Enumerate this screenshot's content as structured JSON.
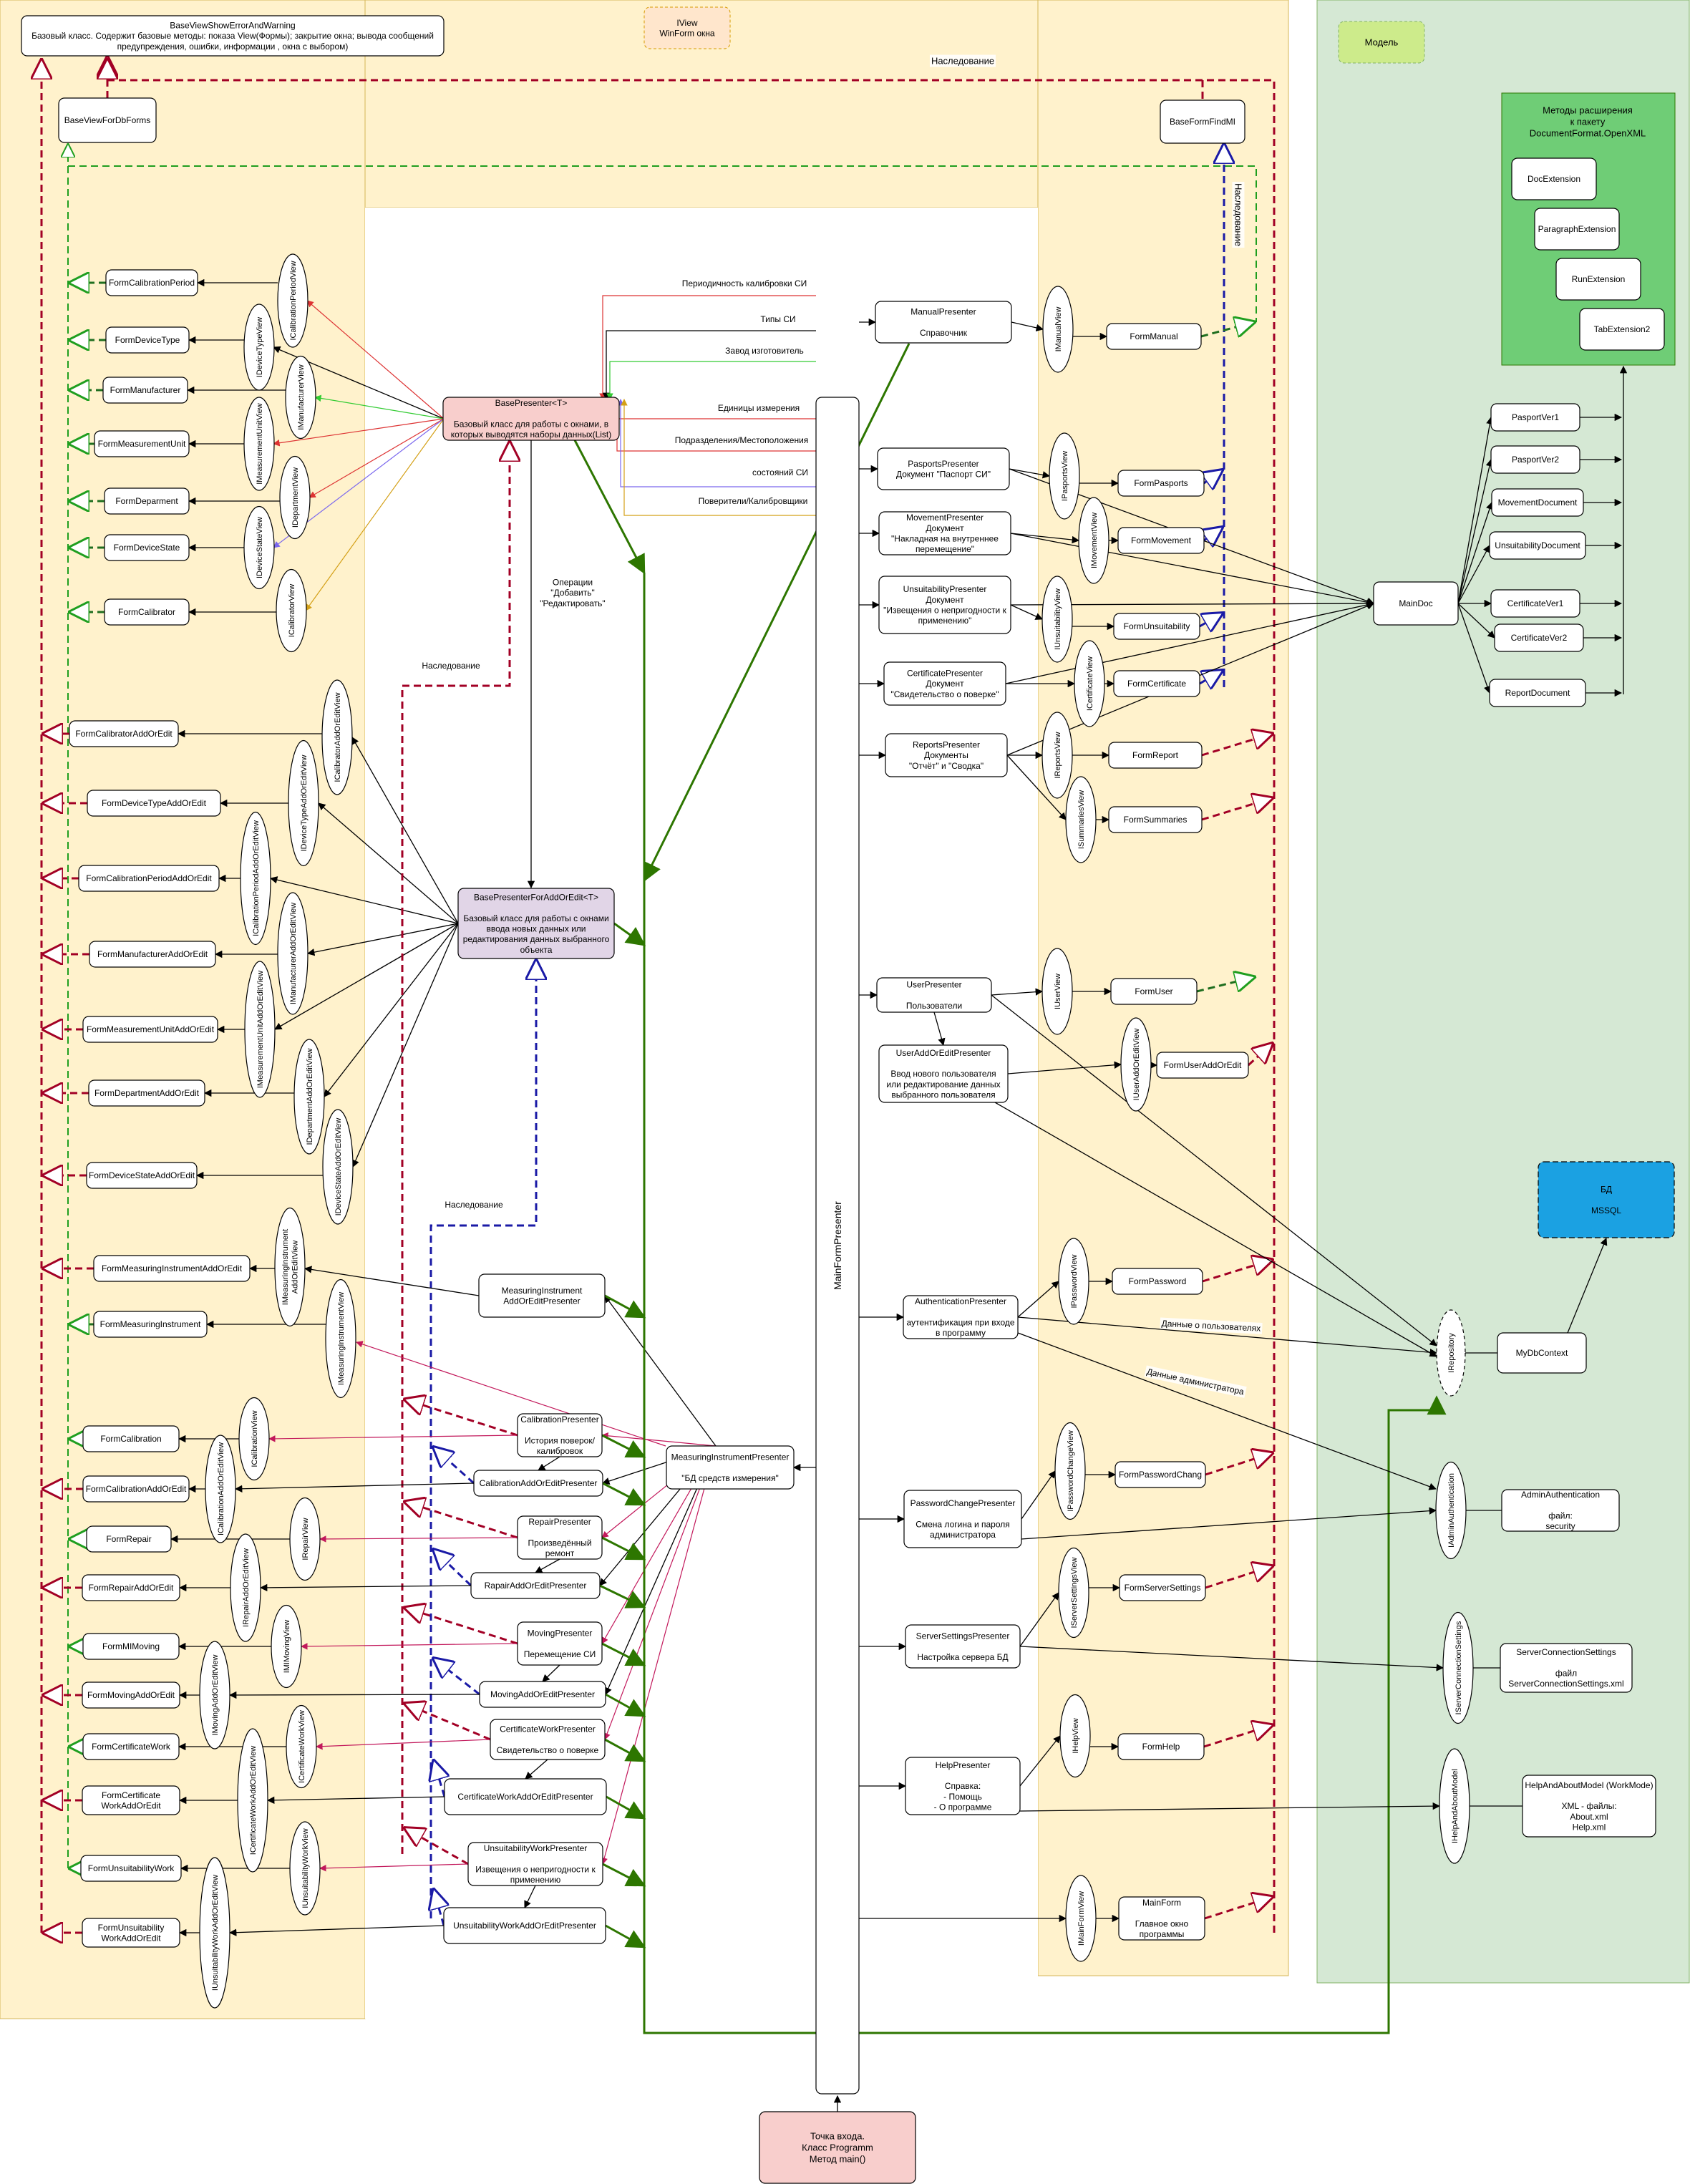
{
  "regions": {
    "iview": {
      "label": "IView\nWinForm окна"
    },
    "model": {
      "label": "Модель"
    },
    "openxml": {
      "label": "Методы расширения\nк пакету\nDocumentFormat.OpenXML"
    }
  },
  "colors": {
    "view_band": "#fff2cc",
    "model_band": "#d5e8d4",
    "openxml_box": "#6fcd76",
    "db_box": "#1ba1e2",
    "base_presenter": "#f8cecc",
    "addoredit_base": "#e1d5e7",
    "model_label": "#cdeb8b",
    "entry": "#f8cecc",
    "inherit_red": "#a20025",
    "inherit_blue": "#1a1aa6",
    "inherit_green": "#1f9e1f",
    "main_green": "#2d7600"
  },
  "nodes": {
    "base_view": "BaseViewShowErrorAndWarning\nБазовый класс. Содержит базовые методы: показа View(Формы); закрытие окна;  вывода сообщений\nпредупреждения, ошибки, информации , окна с выбором)",
    "base_view_db": "BaseViewForDbForms",
    "base_form_findmi": "BaseFormFindMI",
    "doc_ext": "DocExtension",
    "para_ext": "ParagraphExtension",
    "run_ext": "RunExtension",
    "tab_ext": "TabExtension2",
    "base_presenter": "BasePresenter<T>\n\nБазовый класс для работы с окнами, в\nкоторых выводятся наборы  данных(List)",
    "base_presenter_ae": "BasePresenterForAddOrEdit<T>\n\nБазовый класс для работы с окнами\nввода новых данных или\nредактирования данных выбранного\nобъекта",
    "main_form_presenter": "MainFormPresenter",
    "entry": "Точка входа.\nКласс Programm\nМетод main()",
    "f_cal_period": "FormCalibrationPeriod",
    "f_device_type": "FormDeviceType",
    "f_manufacturer": "FormManufacturer",
    "f_meas_unit": "FormMeasurementUnit",
    "f_deparment": "FormDeparment",
    "f_device_state": "FormDeviceState",
    "f_calibrator": "FormCalibrator",
    "f_calibrator_ae": "FormCalibratorAddOrEdit",
    "f_device_type_ae": "FormDeviceTypeAddOrEdit",
    "f_cal_period_ae": "FormCalibrationPeriodAddOrEdit",
    "f_manufacturer_ae": "FormManufacturerAddOrEdit",
    "f_meas_unit_ae": "FormMeasurementUnitAddOrEdit",
    "f_department_ae": "FormDepartmentAddOrEdit",
    "f_device_state_ae": "FormDeviceStateAddOrEdit",
    "f_mi_ae": "FormMeasuringInstrumentAddOrEdit",
    "f_mi": "FormMeasuringInstrument",
    "f_calibration": "FormCalibration",
    "f_calibration_ae": "FormCalibrationAddOrEdit",
    "f_repair": "FormRepair",
    "f_repair_ae": "FormRepairAddOrEdit",
    "f_mi_moving": "FormMIMoving",
    "f_moving_ae": "FormMovingAddOrEdit",
    "f_cert_work": "FormCertificateWork",
    "f_cert_work_ae": "FormCertificate\nWorkAddOrEdit",
    "f_unsuit_work": "FormUnsuitabilityWork",
    "f_unsuit_work_ae": "FormUnsuitability\nWorkAddOrEdit",
    "i_cal_period": "ICalibrationPeriodView",
    "i_device_type": "IDeviceTypeView",
    "i_manufacturer": "IManufacturerView",
    "i_meas_unit": "IMeasurementUnitView",
    "i_department": "IDepartmentView",
    "i_device_state": "IDeviceStateView",
    "i_calibrator": "ICalibratorView",
    "i_calibrator_ae": "ICalibratorAddOrEditView",
    "i_device_type_ae": "IDeviceTypeAddOrEditView",
    "i_cal_period_ae": "ICalibrationPeriodAddOrEditView",
    "i_manufacturer_ae": "IManufacturerAddOrEditView",
    "i_meas_unit_ae": "IMeasurementUnitAddOrEditView",
    "i_department_ae": "IDepartmentAddOrEditView",
    "i_device_state_ae": "IDeviceStateAddOrEditView",
    "i_mi_ae": "IMeasuringInstrument\nAddOrEditView",
    "i_mi": "IMeasuringInstrumentView",
    "i_calibration": "ICalibrationView",
    "i_calibration_ae": "ICalibrationAddOrEditView",
    "i_repair": "IRepairView",
    "i_repair_ae": "IRepairAddOrEditView",
    "i_mi_moving": "IMIMovingView",
    "i_moving_ae": "IMovingAddOrEditView",
    "i_cert_work": "ICertificateWorkView",
    "i_cert_work_ae": "ICertificateWorkAddOrEditView",
    "i_unsuit_work": "IUnsuitabilityWorkView",
    "i_unsuit_work_ae": "IUnsuitabilityWorkAddOrEditView",
    "p_mi_ae": "MeasuringInstrument\nAddOrEditPresenter",
    "p_calibration": "CalibrationPresenter\n\nИстория поверок/\nкалибровок",
    "p_calibration_ae": "CalibrationAddOrEditPresenter",
    "p_repair": "RepairPresenter\n\nПроизведённый\nремонт",
    "p_repair_ae": "RapairAddOrEditPresenter",
    "p_moving": "MovingPresenter\n\nПеремещение СИ",
    "p_moving_ae": "MovingAddOrEditPresenter",
    "p_cert_work": "CertificateWorkPresenter\n\nСвидетельство о поверке",
    "p_cert_work_ae": "CertificateWorkAddOrEditPresenter",
    "p_unsuit_work": "UnsuitabilityWorkPresenter\n\nИзвещения о непригодности к\nприменению",
    "p_unsuit_work_ae": "UnsuitabilityWorkAddOrEditPresenter",
    "p_mi": "MeasuringInstrumentPresenter\n\n\"БД средств измерения\"",
    "p_manual": "ManualPresenter\n\nСправочник",
    "p_pasports": "PasportsPresenter\nДокумент \"Паспорт СИ\"",
    "p_movement": "MovementPresenter\nДокумент\n\"Накладная на внутреннее\nперемещение\"",
    "p_unsuit": "UnsuitabilityPresenter\nДокумент\n\"Извещения о непригодности к\nприменению\"",
    "p_certificate": "CertificatePresenter\nДокумент\n\"Свидетельство о поверке\"",
    "p_reports": "ReportsPresenter\nДокументы\n\"Отчёт\" и \"Сводка\"",
    "p_user": "UserPresenter\n\nПользователи",
    "p_user_ae": "UserAddOrEditPresenter\n\nВвод нового пользователя\nили редактирование данных\nвыбранного пользователя",
    "p_auth": "AuthenticationPresenter\n\nаутентификация при входе\nв программу",
    "p_pwd": "PasswordChangePresenter\n\nСмена логина и пароля\nадминистратора",
    "p_server": "ServerSettingsPresenter\n\nНастройка сервера БД",
    "p_help": "HelpPresenter\n\nСправка:\n- Помощь\n- О программе",
    "i_manual": "IManualView",
    "i_pasports": "IPasportsView",
    "i_movement": "IMovementView",
    "i_unsuit": "IUnsuitabilityView",
    "i_certificate": "ICertificateView",
    "i_reports": "IReportsView",
    "i_summaries": "ISummariesView",
    "i_user": "IUserView",
    "i_user_ae": "IUserAddOrEditView",
    "i_password": "IPasswordView",
    "i_pwd_change": "IPasswordChangeView",
    "i_server": "IServerSettingsView",
    "i_help": "IHelpView",
    "i_main_form": "IMainFormView",
    "f_manual": "FormManual",
    "f_pasports": "FormPasports",
    "f_movement": "FormMovement",
    "f_unsuit": "FormUnsuitability",
    "f_certificate": "FormCertificate",
    "f_report": "FormReport",
    "f_summaries": "FormSummaries",
    "f_user": "FormUser",
    "f_user_ae": "FormUserAddOrEdit",
    "f_password": "FormPassword",
    "f_pwd_change": "FormPasswordChang",
    "f_server": "FormServerSettings",
    "f_help": "FormHelp",
    "f_main": "MainForm\n\nГлавное окно\nпрограммы",
    "main_doc": "MainDoc",
    "pasport_v1": "PasportVer1",
    "pasport_v2": "PasportVer2",
    "movement_doc": "MovementDocument",
    "unsuit_doc": "UnsuitabilityDocument",
    "cert_v1": "CertificateVer1",
    "cert_v2": "CertificateVer2",
    "report_doc": "ReportDocument",
    "db": "БД\n\nMSSQL",
    "i_repository": "IRepository",
    "my_db_context": "MyDbContext",
    "i_admin_auth": "IAdminAuthentication",
    "admin_auth": "AdminAuthentication\n\nфайл:\nsecurity",
    "i_server_conn": "IServerConnectionSettings",
    "server_conn": "ServerConnectionSettings\n\nфайл\nServerConnectionSettings.xml",
    "i_help_model": "IHelpAndAboutModel",
    "help_model": "HelpAndAboutModel (WorkMode)\n\nXML - файлы:\nAbout.xml\nHelp.xml"
  },
  "edge_labels": {
    "nasl_top": "Наследование",
    "nasl_vert": "Наследование",
    "nasl_left": "Наследование",
    "nasl_mid": "Наследование",
    "operations": "Операции\n\"Добавить\"\n\"Редактировать\"",
    "periodicity": "Периодичность калибровки СИ",
    "si_types": "Типы СИ",
    "factory": "Завод изготовитель",
    "units": "Единицы измерения",
    "divisions": "Подразделения/Местоположения",
    "states": "состояний СИ",
    "calibrators": "Поверители/Калибровщики",
    "user_data": "Данные о пользователях",
    "admin_data": "Данные администратора"
  }
}
